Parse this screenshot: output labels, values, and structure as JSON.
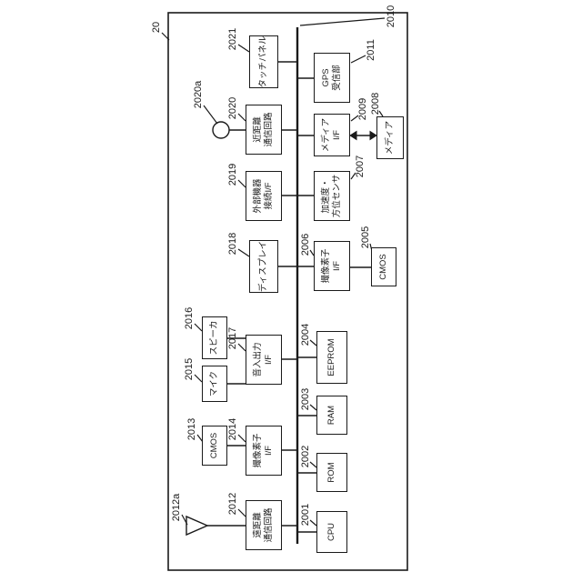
{
  "colors": {
    "ink": "#1a1a1a",
    "background": "#ffffff"
  },
  "device": {
    "ref": "20"
  },
  "bus": {
    "ref": "2010"
  },
  "blocks": {
    "cpu": {
      "ref": "2001",
      "line1": "CPU"
    },
    "rom": {
      "ref": "2002",
      "line1": "ROM"
    },
    "ram": {
      "ref": "2003",
      "line1": "RAM"
    },
    "eeprom": {
      "ref": "2004",
      "line1": "EEPROM"
    },
    "cmos_rear": {
      "ref": "2005",
      "line1": "CMOS"
    },
    "imaging_if_rear": {
      "ref": "2006",
      "line1": "撮像素子",
      "line2": "I/F"
    },
    "accel_azimuth_sensor": {
      "ref": "2007",
      "line1": "加速度・",
      "line2": "方位センサ"
    },
    "media": {
      "ref": "2008",
      "line1": "メディア"
    },
    "media_if": {
      "ref": "2009",
      "line1": "メディア",
      "line2": "I/F"
    },
    "gps_receiver": {
      "ref": "2011",
      "line1": "GPS",
      "line2": "受信部"
    },
    "long_range_comm": {
      "ref": "2012",
      "line1": "遠距離",
      "line2": "通信回路"
    },
    "long_range_antenna": {
      "ref": "2012a"
    },
    "cmos_front": {
      "ref": "2013",
      "line1": "CMOS"
    },
    "imaging_if_front": {
      "ref": "2014",
      "line1": "撮像素子",
      "line2": "I/F"
    },
    "mic": {
      "ref": "2015",
      "line1": "マイク"
    },
    "speaker": {
      "ref": "2016",
      "line1": "スピーカ"
    },
    "audio_io_if": {
      "ref": "2017",
      "line1": "音入出力",
      "line2": "I/F"
    },
    "display": {
      "ref": "2018",
      "line1": "ディスプレイ"
    },
    "ext_device_if": {
      "ref": "2019",
      "line1": "外部機器",
      "line2": "接続I/F"
    },
    "short_range_comm": {
      "ref": "2020",
      "line1": "近距離",
      "line2": "通信回路"
    },
    "short_range_antenna": {
      "ref": "2020a"
    },
    "touch_panel": {
      "ref": "2021",
      "line1": "タッチパネル"
    }
  }
}
